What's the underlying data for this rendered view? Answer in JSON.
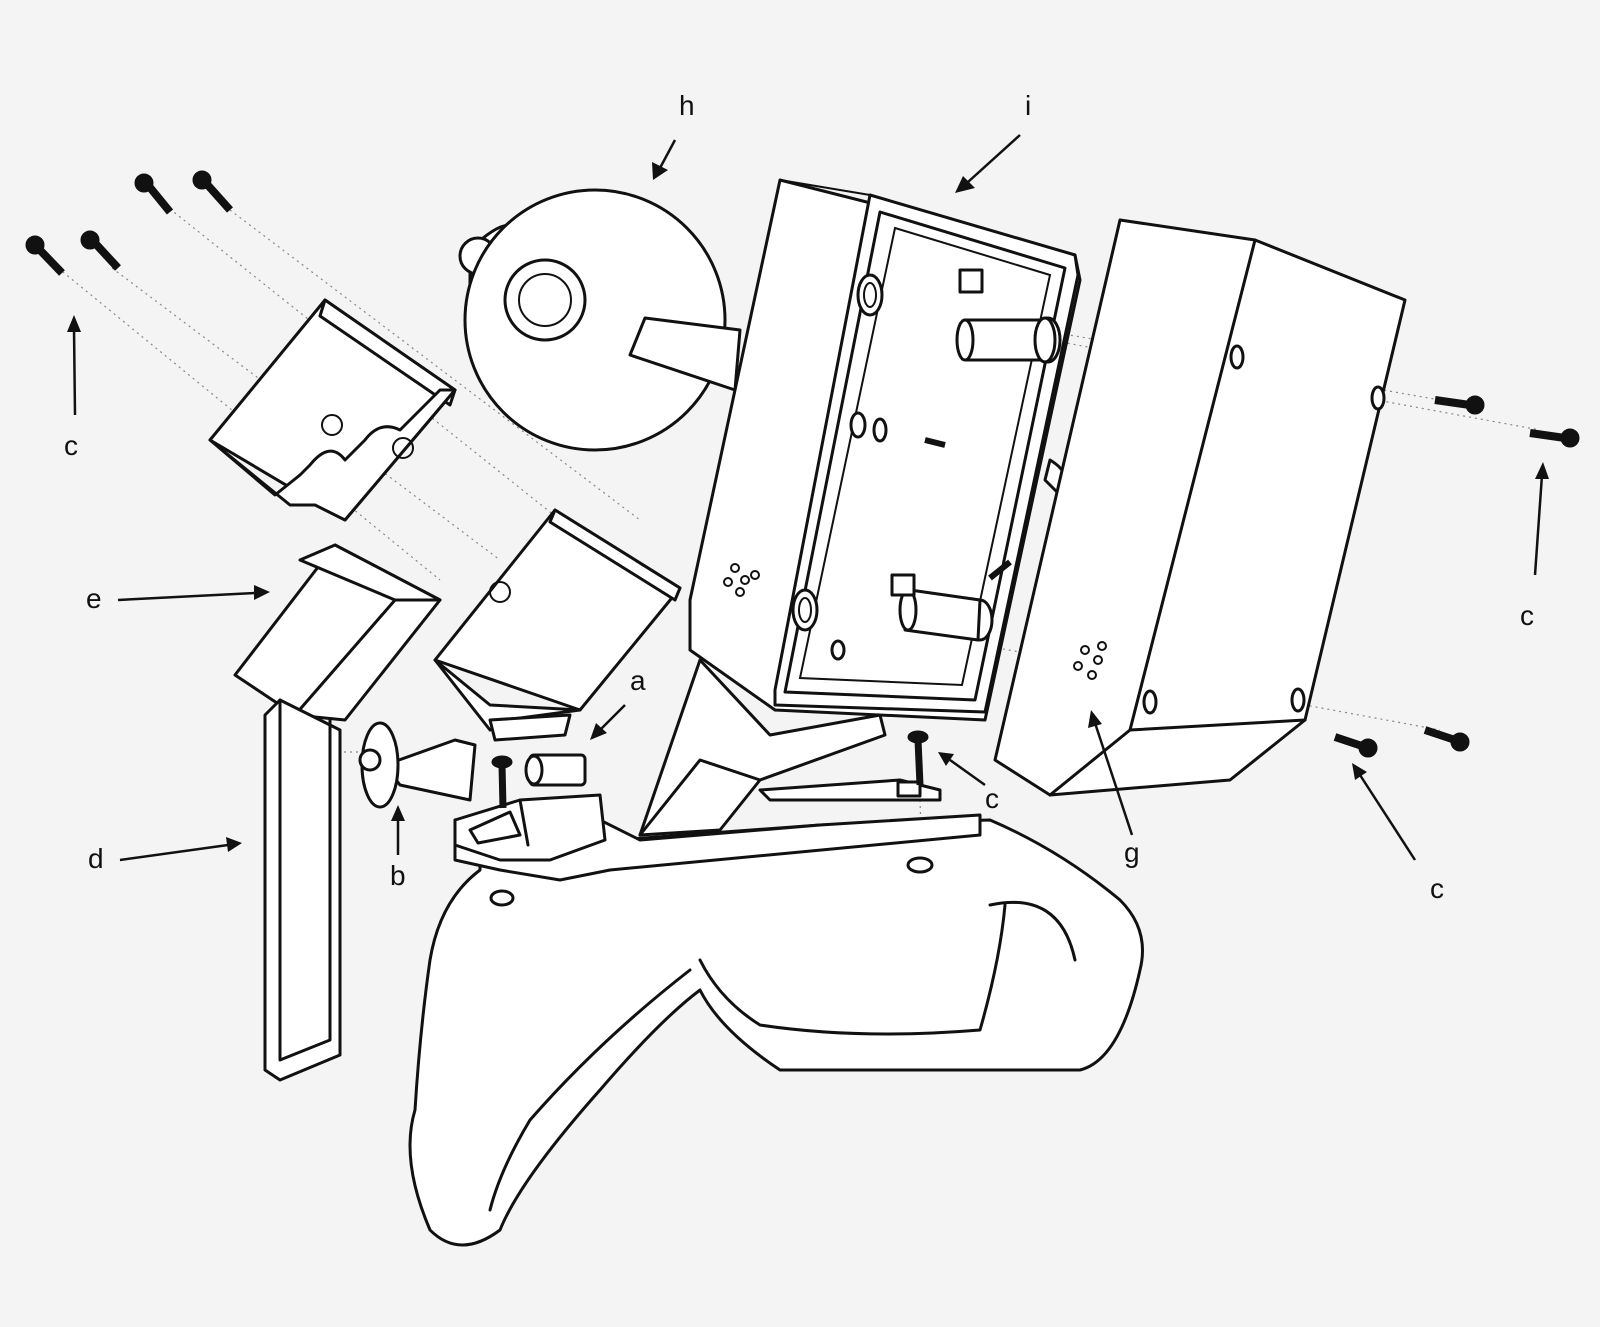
{
  "labels": {
    "a": "a",
    "b": "b",
    "c": "c",
    "d": "d",
    "e": "e",
    "g": "g",
    "h": "h",
    "i": "i"
  }
}
